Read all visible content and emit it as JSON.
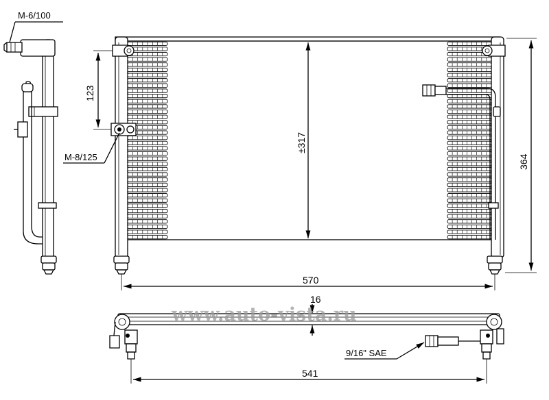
{
  "dimensions": {
    "side_fitting_thread": "M-6/100",
    "inlet_fitting_thread": "M-8/125",
    "bracket_spacing": "123",
    "core_height": "±317",
    "overall_height": "364",
    "overall_width": "570",
    "depth": "16",
    "outlet_fitting_thread": "9/16\" SAE",
    "mount_spacing": "541"
  },
  "watermark": "www.auto-vista.ru",
  "core": {
    "fin_rows": 38
  }
}
